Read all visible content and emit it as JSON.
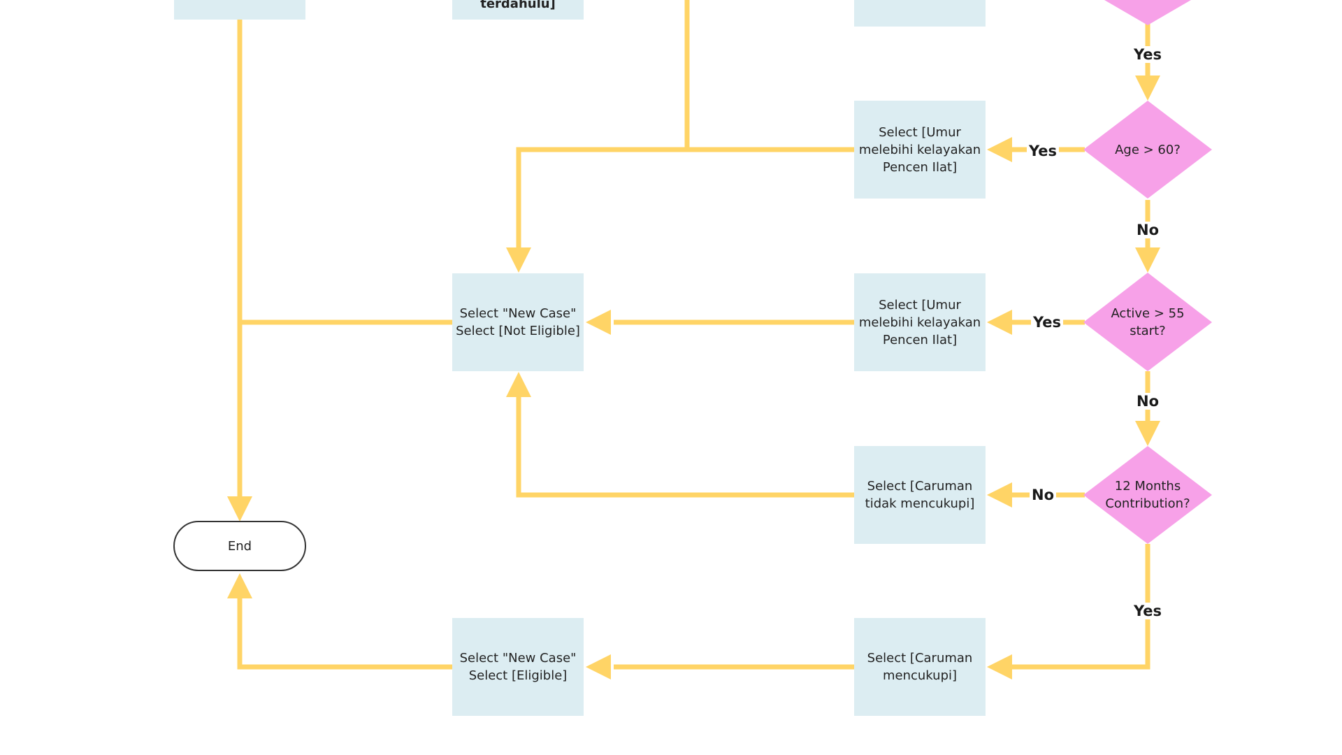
{
  "colors": {
    "connector": "#ffd466",
    "process_fill": "#dcedf2",
    "decision_fill": "#f7a1e8",
    "terminal_border": "#333333"
  },
  "nodes": {
    "top_left_box": "",
    "top_mid_box": "terdahulu]",
    "top_right_box": "",
    "age_decision": "Age > 60?",
    "umur_box_1": "Select [Umur\nmelebihi kelayakan\nPencen Ilat]",
    "active_decision": "Active > 55\nstart?",
    "umur_box_2": "Select [Umur\nmelebihi kelayakan\nPencen Ilat]",
    "not_eligible_box": "Select \"New Case\"\nSelect [Not Eligible]",
    "contribution_decision": "12 Months\nContribution?",
    "caruman_tidak_box": "Select [Caruman\ntidak mencukupi]",
    "end_terminal": "End",
    "caruman_box": "Select [Caruman\nmencukupi]",
    "eligible_box": "Select \"New Case\"\nSelect [Eligible]"
  },
  "edge_labels": {
    "top_yes": "Yes",
    "age_yes": "Yes",
    "age_no": "No",
    "active_yes": "Yes",
    "active_no": "No",
    "contrib_no": "No",
    "contrib_yes": "Yes"
  }
}
